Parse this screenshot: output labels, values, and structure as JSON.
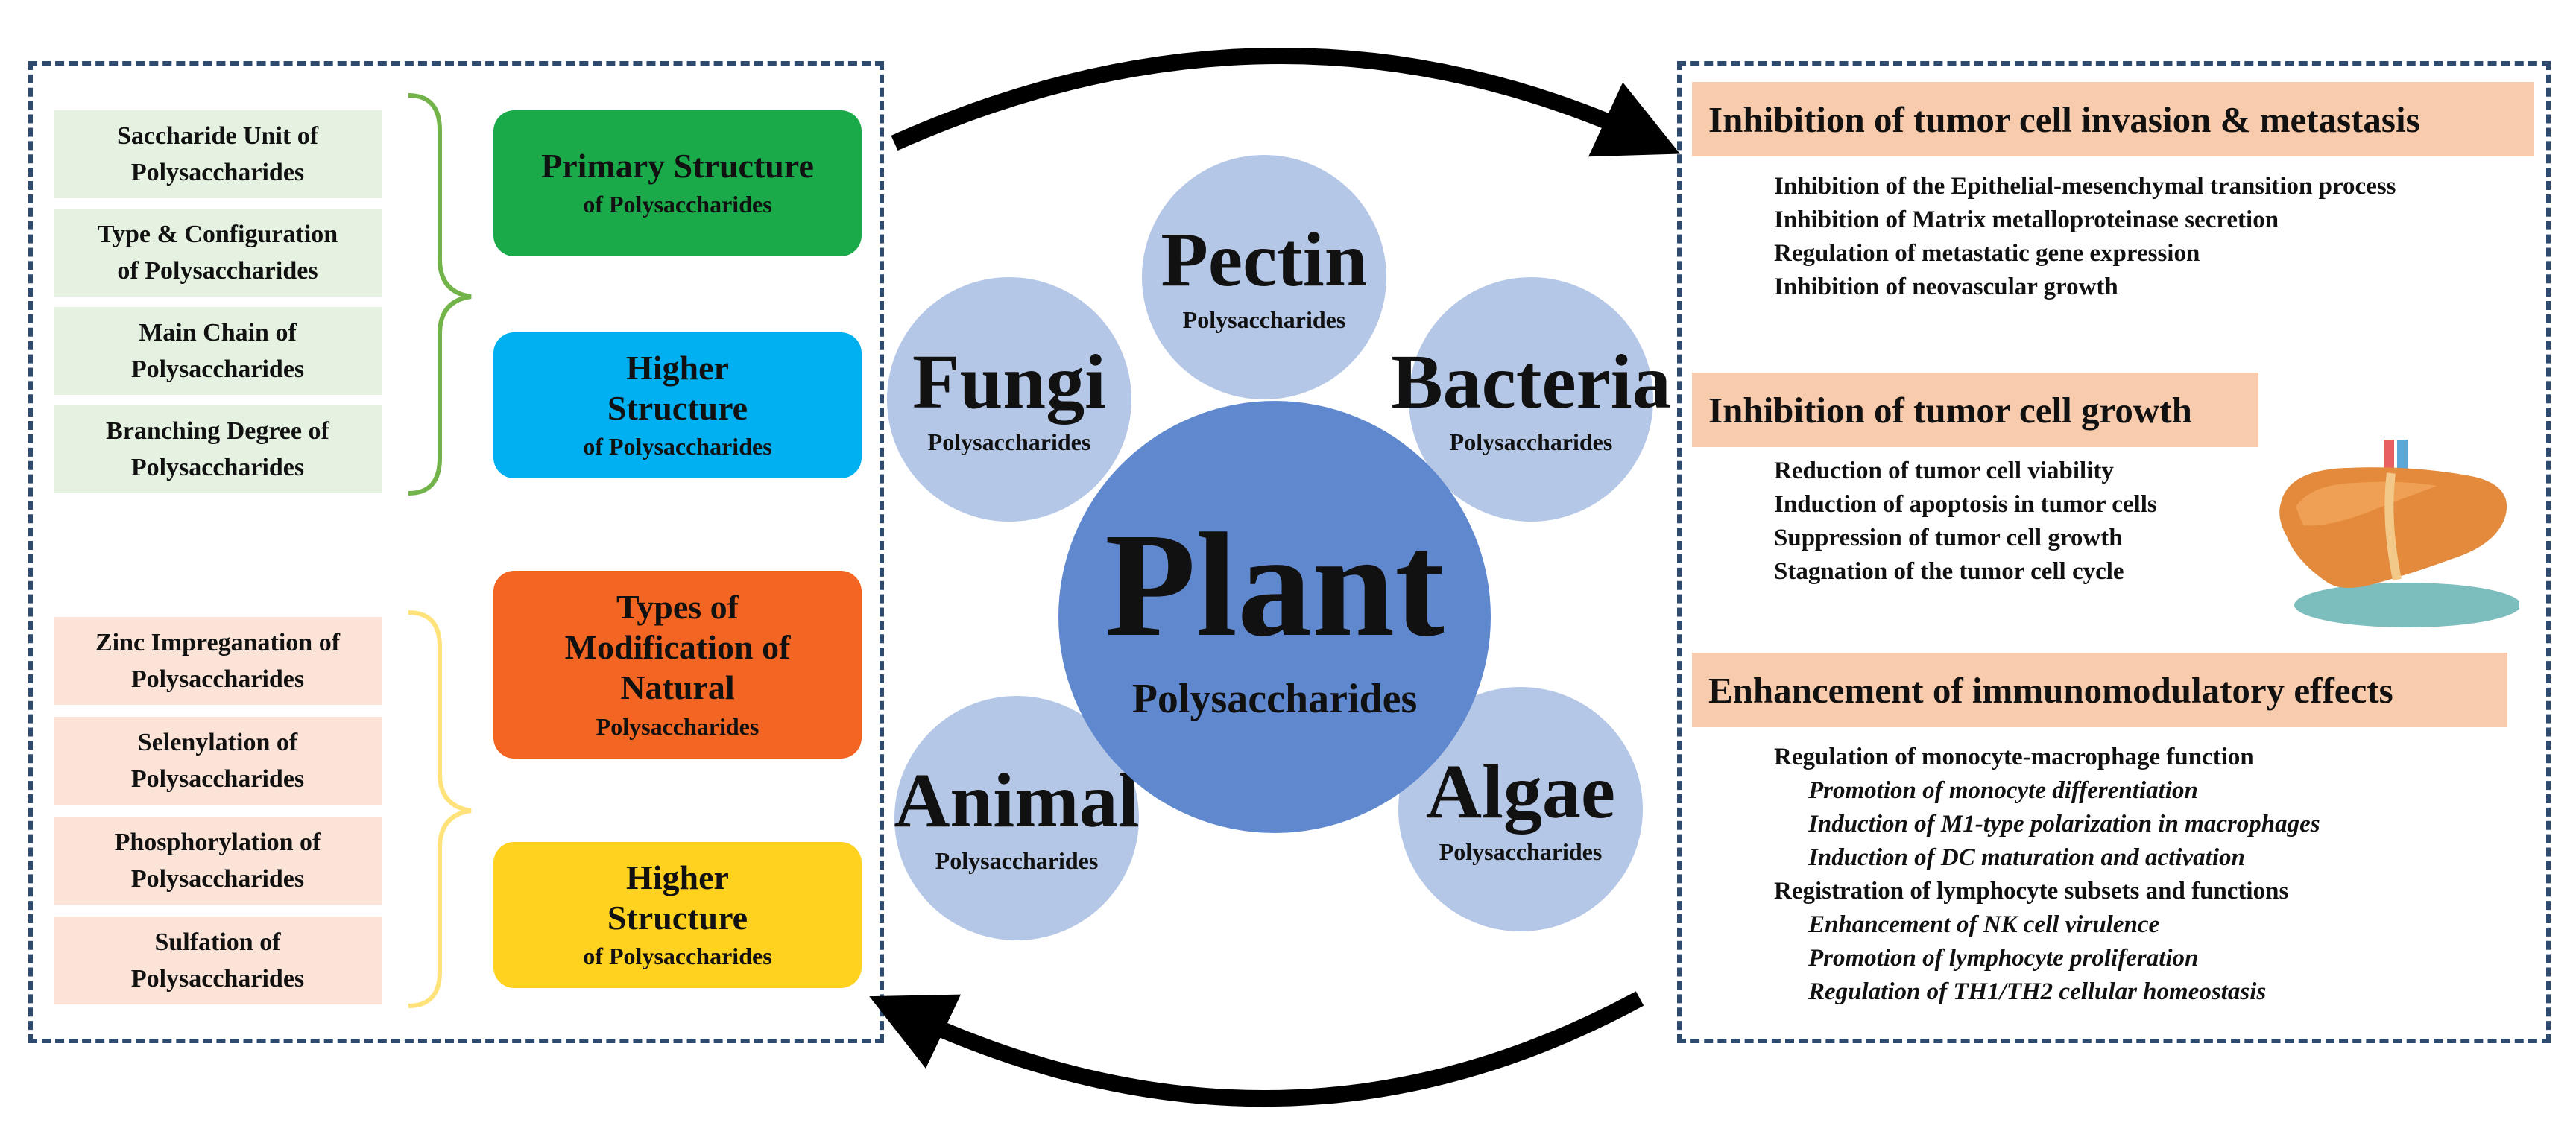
{
  "left_panel": {
    "structure_items": [
      "Saccharide Unit of\nPolysaccharides",
      "Type & Configuration\nof Polysaccharides",
      "Main Chain of\nPolysaccharides",
      "Branching Degree of\nPolysaccharides"
    ],
    "modification_items": [
      "Zinc Impreganation of\nPolysaccharides",
      "Selenylation of\nPolysaccharides",
      "Phosphorylation of\nPolysaccharides",
      "Sulfation of\nPolysaccharides"
    ],
    "boxes": [
      {
        "title": "Primary Structure",
        "subtitle": "of Polysaccharides",
        "color": "#1aaa4a"
      },
      {
        "title": "Higher\nStructure",
        "subtitle": "of Polysaccharides",
        "color": "#00b0f0"
      },
      {
        "title": "Types of\nModification of\nNatural",
        "subtitle": "Polysaccharides",
        "color": "#f26522"
      },
      {
        "title": "Higher\nStructure",
        "subtitle": "of Polysaccharides",
        "color": "#ffd21f"
      }
    ],
    "brace_colors": {
      "top": "#72b34a",
      "bottom": "#ffe27a"
    }
  },
  "center": {
    "main": {
      "name": "Plant",
      "label": "Polysaccharides"
    },
    "sources": [
      {
        "name": "Pectin",
        "label": "Polysaccharides"
      },
      {
        "name": "Fungi",
        "label": "Polysaccharides"
      },
      {
        "name": "Bacteria",
        "label": "Polysaccharides"
      },
      {
        "name": "Animal",
        "label": "Polysaccharides"
      },
      {
        "name": "Algae",
        "label": "Polysaccharides"
      }
    ]
  },
  "right_panel": {
    "sections": [
      {
        "heading": "Inhibition of tumor cell invasion & metastasis",
        "items": [
          "Inhibition of the Epithelial-mesenchymal transition process",
          "Inhibition of Matrix metalloproteinase secretion",
          "Regulation of metastatic gene expression",
          "Inhibition of neovascular growth"
        ]
      },
      {
        "heading": "Inhibition of tumor cell growth",
        "items": [
          "Reduction of tumor cell viability",
          "Induction of apoptosis in tumor cells",
          "Suppression of tumor cell growth",
          "Stagnation of the tumor cell cycle"
        ]
      },
      {
        "heading": "Enhancement of immunomodulatory effects",
        "groups": [
          {
            "title": "Regulation of monocyte-macrophage function",
            "items": [
              "Promotion of monocyte differentiation",
              "Induction of M1-type polarization in macrophages",
              "Induction of DC maturation and activation"
            ]
          },
          {
            "title": "Registration of lymphocyte subsets and functions",
            "items": [
              "Enhancement of NK cell virulence",
              "Promotion of lymphocyte proliferation",
              "Regulation of TH1/TH2 cellular homeostasis"
            ]
          }
        ]
      }
    ],
    "liver_icon": "liver-icon"
  },
  "colors": {
    "panel_border": "#2e4a6e",
    "circle_small": "#b4c7e7",
    "circle_main": "#6088cf",
    "heading_fill": "#f8cbad",
    "arrow": "#000000"
  }
}
